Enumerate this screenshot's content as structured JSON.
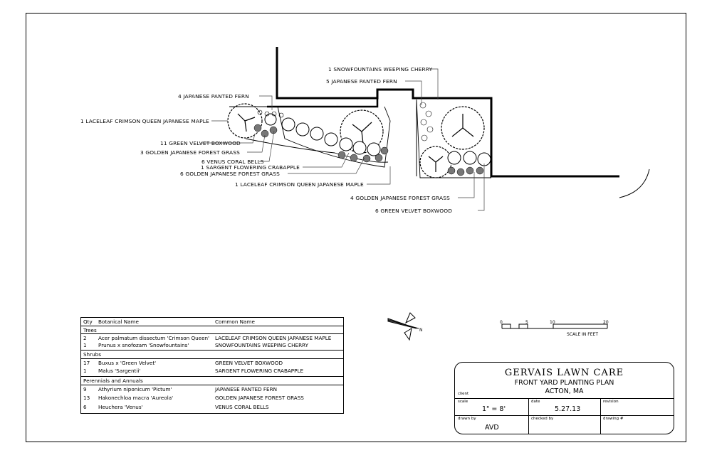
{
  "callouts": [
    {
      "text": "1 SNOWFOUNTAINS WEEPING CHERRY"
    },
    {
      "text": "5 JAPANESE PANTED FERN"
    },
    {
      "text": "4 JAPANESE PANTED FERN"
    },
    {
      "text": "1 LACELEAF CRIMSON QUEEN JAPANESE MAPLE"
    },
    {
      "text": "11 GREEN VELVET BOXWOOD"
    },
    {
      "text": "3 GOLDEN JAPANESE FOREST GRASS"
    },
    {
      "text": "6 VENUS CORAL BELLS"
    },
    {
      "text": "1 SARGENT FLOWERING CRABAPPLE"
    },
    {
      "text": "6 GOLDEN JAPANESE FOREST GRASS"
    },
    {
      "text": "1 LACELEAF CRIMSON QUEEN JAPANESE MAPLE"
    },
    {
      "text": "4 GOLDEN JAPANESE FOREST GRASS"
    },
    {
      "text": "6 GREEN VELVET BOXWOOD"
    }
  ],
  "scale_bar": {
    "ticks": [
      "0",
      "5",
      "10",
      "20"
    ],
    "label": "SCALE IN FEET"
  },
  "north_arrow": {
    "label": "N"
  },
  "plant_table": {
    "headers": {
      "qty": "Qty",
      "botanical": "Botanical Name",
      "common": "Common Name"
    },
    "groups": [
      {
        "category": "Trees",
        "rows": [
          {
            "qty": "2",
            "botanical": "Acer palmatum dissectum 'Crimson Queen'",
            "common": "LACELEAF CRIMSON QUEEN JAPANESE MAPLE"
          },
          {
            "qty": "1",
            "botanical": "Prunus x snofozam 'Snowfountains'",
            "common": "SNOWFOUNTAINS WEEPING CHERRY"
          }
        ]
      },
      {
        "category": "Shrubs",
        "rows": [
          {
            "qty": "17",
            "botanical": "Buxus x 'Green Velvet'",
            "common": "GREEN VELVET BOXWOOD"
          },
          {
            "qty": "1",
            "botanical": "Malus 'Sargentii'",
            "common": "SARGENT FLOWERING CRABAPPLE"
          }
        ]
      },
      {
        "category": "Perennials and Annuals",
        "rows": [
          {
            "qty": "9",
            "botanical": "Athyrium niponicum 'Pictum'",
            "common": "JAPANESE PANTED FERN"
          },
          {
            "qty": "13",
            "botanical": "Hakonechloa macra 'Aureola'",
            "common": "GOLDEN JAPANESE FOREST GRASS"
          },
          {
            "qty": "6",
            "botanical": "Heuchera 'Venus'",
            "common": "VENUS CORAL BELLS"
          }
        ]
      }
    ]
  },
  "title_block": {
    "company": "GERVAIS LAWN CARE",
    "project": "FRONT YARD PLANTING PLAN",
    "location": "ACTON, MA",
    "client_label": "client",
    "scale_label": "scale",
    "scale_value": "1\" = 8'",
    "date_label": "date",
    "date_value": "5.27.13",
    "revision_label": "revision",
    "drawn_by_label": "drawn by",
    "drawn_by_value": "AVD",
    "checked_by_label": "checked by",
    "drawing_no_label": "drawing #"
  }
}
